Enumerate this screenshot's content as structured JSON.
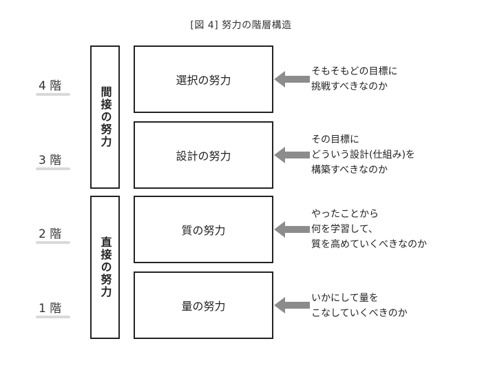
{
  "title": "[図 4] 努力の階層構造",
  "floors": [
    "4 階",
    "3 階",
    "2 階",
    "1 階"
  ],
  "groups": {
    "indirect": "間接の努力",
    "direct": "直接の努力"
  },
  "levels": [
    {
      "label": "選択の努力",
      "desc": [
        "そもそもどの目標に",
        "挑戦すべきなのか"
      ]
    },
    {
      "label": "設計の努力",
      "desc": [
        "その目標に",
        "どういう設計(仕組み)を",
        "構築すべきなのか"
      ]
    },
    {
      "label": "質の努力",
      "desc": [
        "やったことから",
        "何を学習して、",
        "質を高めていくべきなのか"
      ]
    },
    {
      "label": "量の努力",
      "desc": [
        "いかにして量を",
        "こなしていくべきのか"
      ]
    }
  ],
  "colors": {
    "border": "#222222",
    "arrow": "#8c8c8c",
    "floor_underline": "#d9d9d9"
  },
  "icons": {
    "arrow": "left-arrow-icon"
  }
}
